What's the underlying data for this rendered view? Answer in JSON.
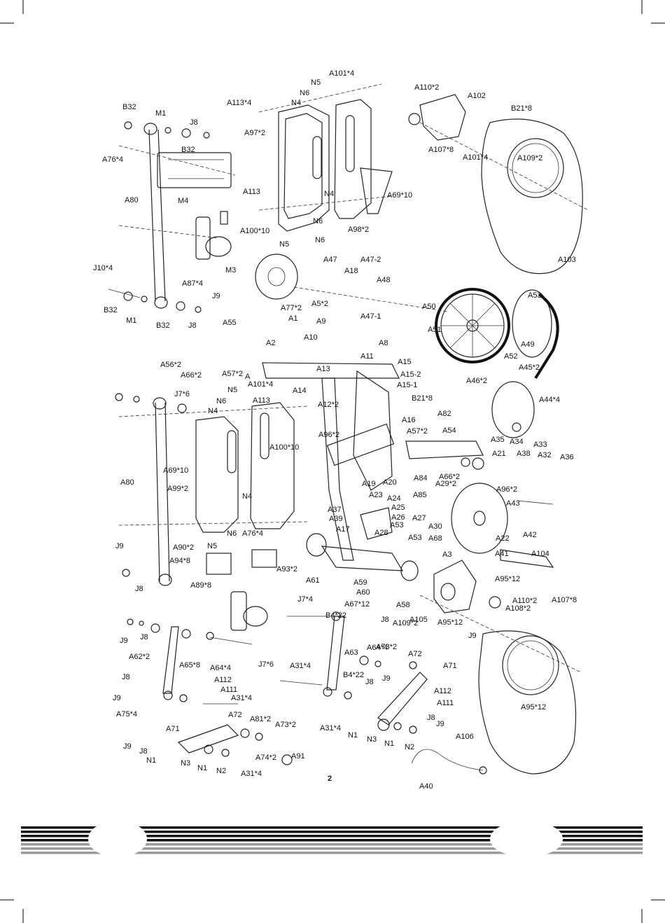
{
  "page_number": "2",
  "labels": [
    "A101*4",
    "N5",
    "N6",
    "A113*4",
    "N4",
    "A97*2",
    "A110*2",
    "A102",
    "B21*8",
    "B32",
    "M1",
    "J8",
    "B32",
    "A76*4",
    "A107*8",
    "A101*4",
    "A109*2",
    "A69*10",
    "A113",
    "N4",
    "A80",
    "M4",
    "N6",
    "A100*10",
    "A98*2",
    "N5",
    "N6",
    "A103",
    "M3",
    "A47",
    "A18",
    "A47-2",
    "J10*4",
    "A87*4",
    "A48",
    "J9",
    "A5*2",
    "A50",
    "A53",
    "B32",
    "M1",
    "B32",
    "J8",
    "A77*2",
    "A47-1",
    "A55",
    "A1",
    "A9",
    "A51",
    "A49",
    "A2",
    "A8",
    "A10",
    "A52",
    "A56*2",
    "A66*2",
    "A57*2",
    "A",
    "A11",
    "A13",
    "A15",
    "A15-2",
    "A45*2",
    "A101*4",
    "A14",
    "A15-1",
    "A46*2",
    "J7*6",
    "N5",
    "A113",
    "B21*8",
    "A44*4",
    "N6",
    "A12*2",
    "A16",
    "N4",
    "A82",
    "A57*2",
    "A54",
    "A96*2",
    "A35",
    "A34",
    "A33",
    "A100*10",
    "A32",
    "A36",
    "A69*10",
    "A19",
    "A84",
    "A21",
    "A38",
    "A20",
    "A66*2",
    "A29*2",
    "A80",
    "A99*2",
    "A85",
    "A96*2",
    "A43",
    "A23",
    "A24",
    "N4",
    "A37",
    "A25",
    "A39",
    "A26",
    "A27",
    "A53",
    "A30",
    "A28",
    "A22",
    "A42",
    "N6",
    "A76*4",
    "A17",
    "A53",
    "A68",
    "A41",
    "A104",
    "A90*2",
    "N5",
    "A3",
    "J9",
    "A94*8",
    "A93*2",
    "A95*12",
    "A107*8",
    "J8",
    "A61",
    "A59",
    "A60",
    "A58",
    "A110*2",
    "A89*8",
    "A105",
    "A108*2",
    "J7*4",
    "A67*12",
    "A95*12",
    "B4*22",
    "J8",
    "J9",
    "A109*2",
    "J9",
    "J8",
    "A62*2",
    "A65*8",
    "A64*4",
    "A64*4",
    "A63",
    "A73*2",
    "J7*6",
    "A72",
    "A71",
    "A31*4",
    "B4*22",
    "J8",
    "J9",
    "A112",
    "A112",
    "J8",
    "A111",
    "A111",
    "J9",
    "A31*4",
    "A95*12",
    "A75*4",
    "A72",
    "A81*2",
    "A73*2",
    "J8",
    "J9",
    "A71",
    "A31*4",
    "N1",
    "N3",
    "N1",
    "N2",
    "A106",
    "J9",
    "J8",
    "N1",
    "A74*2",
    "A91",
    "N3",
    "N1",
    "N2",
    "A31*4",
    "A40"
  ]
}
